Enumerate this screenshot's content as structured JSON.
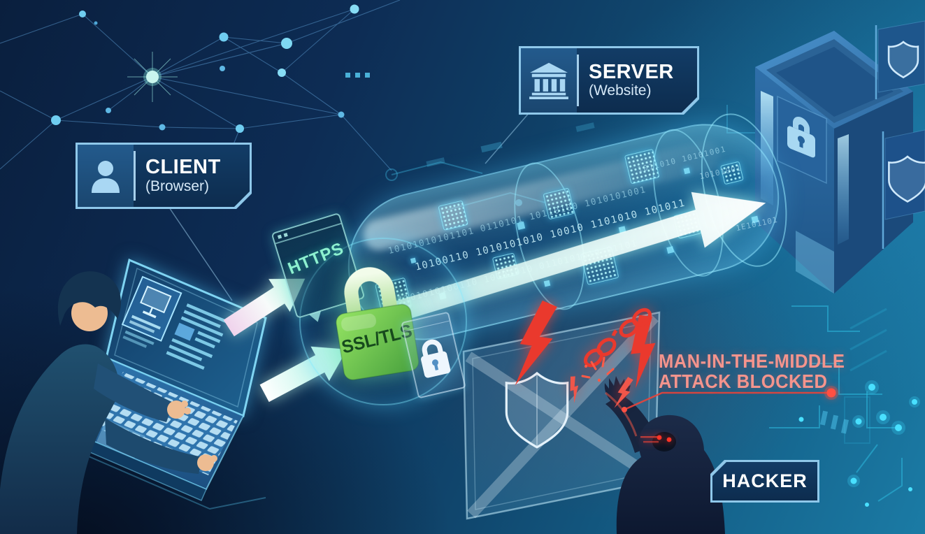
{
  "labels": {
    "client": {
      "title": "CLIENT",
      "subtitle": "(Browser)"
    },
    "server": {
      "title": "SERVER",
      "subtitle": "(Website)"
    },
    "hacker": {
      "title": "HACKER"
    },
    "https_badge": "HTTPS",
    "ssl_badge": "SSL/TLS",
    "attack": {
      "line1": "MAN-IN-THE-MIDDLE",
      "line2": "ATTACK BLOCKED"
    }
  },
  "tunnel": {
    "binary_rows": [
      "10101010101101 0110101 10110100 1010101001",
      "10100110 1010101010 10010 1101010 101011",
      "01101010100110 10101010 0110101010 01101"
    ],
    "binary_right": "1011010 10101001",
    "binary_near_server_1": "10101001",
    "binary_near_server_2": "1E101101"
  },
  "colors": {
    "accent_cyan": "#3fd9ff",
    "ssl_green": "#6fd24b",
    "alert_red": "#e83a2e",
    "attack_text": "#f4948d",
    "label_border": "#8fc8ea"
  }
}
